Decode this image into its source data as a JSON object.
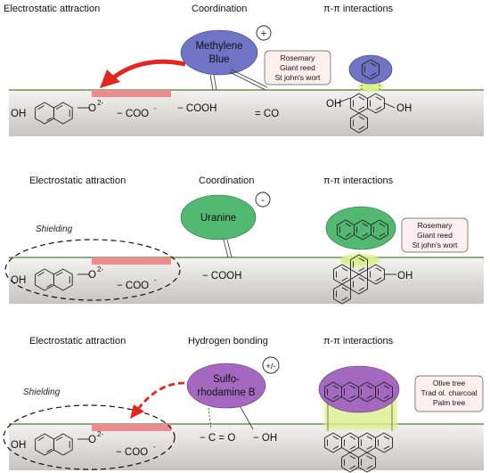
{
  "panels": [
    {
      "headers": {
        "left": "Electrostatic attraction",
        "middle": "Coordination",
        "right": "π-π interactions"
      },
      "dye": {
        "name_lines": [
          "Methylene",
          "Blue"
        ],
        "charge": "+",
        "color": "#6f74c6"
      },
      "sources": [
        "Rosemary",
        "Giant reed",
        "St john's wort"
      ],
      "surface": {
        "oh_left": "OH",
        "o2": "O",
        "o2_charge": "2-",
        "coo": "− COO",
        "coo_charge": "-",
        "cooh": "− COOH",
        "co": "= CO",
        "oh_right": "OH"
      }
    },
    {
      "headers": {
        "left": "Electrostatic attraction",
        "middle": "Coordination",
        "right": "π-π interactions"
      },
      "dye": {
        "name_lines": [
          "Uranine"
        ],
        "charge": "-",
        "color": "#52b872"
      },
      "sources": [
        "Rosemary",
        "Giant reed",
        "St john's wort"
      ],
      "shielding": "Shielding",
      "surface": {
        "oh_left": "OH",
        "o2": "O",
        "o2_charge": "2-",
        "coo": "− COO",
        "coo_charge": "-",
        "cooh": "− COOH",
        "oh_right": "OH"
      }
    },
    {
      "headers": {
        "left": "Electrostatic attraction",
        "middle": "Hydrogen bonding",
        "right": "π-π interactions"
      },
      "dye": {
        "name_lines": [
          "Sulfo-",
          "rhodamine B"
        ],
        "charge": "+/-",
        "color": "#a468c1"
      },
      "sources": [
        "Olive tree",
        "Trad ol. charcoal",
        "Palm tree"
      ],
      "shielding": "Shielding",
      "surface": {
        "oh_left": "OH",
        "o2": "O",
        "o2_charge": "2-",
        "coo": "− COO",
        "coo_charge": "-",
        "co": "− C = O",
        "oh": "− OH"
      }
    }
  ],
  "colors": {
    "surface_top": "#f2f1ef",
    "surface_bottom": "#c8c6c3",
    "surface_line": "#4e7a38",
    "red": "#e32621",
    "pink_band": "#ec8c8c",
    "green_glow": "#dbf08c",
    "source_box_bg": "#fcefee"
  }
}
